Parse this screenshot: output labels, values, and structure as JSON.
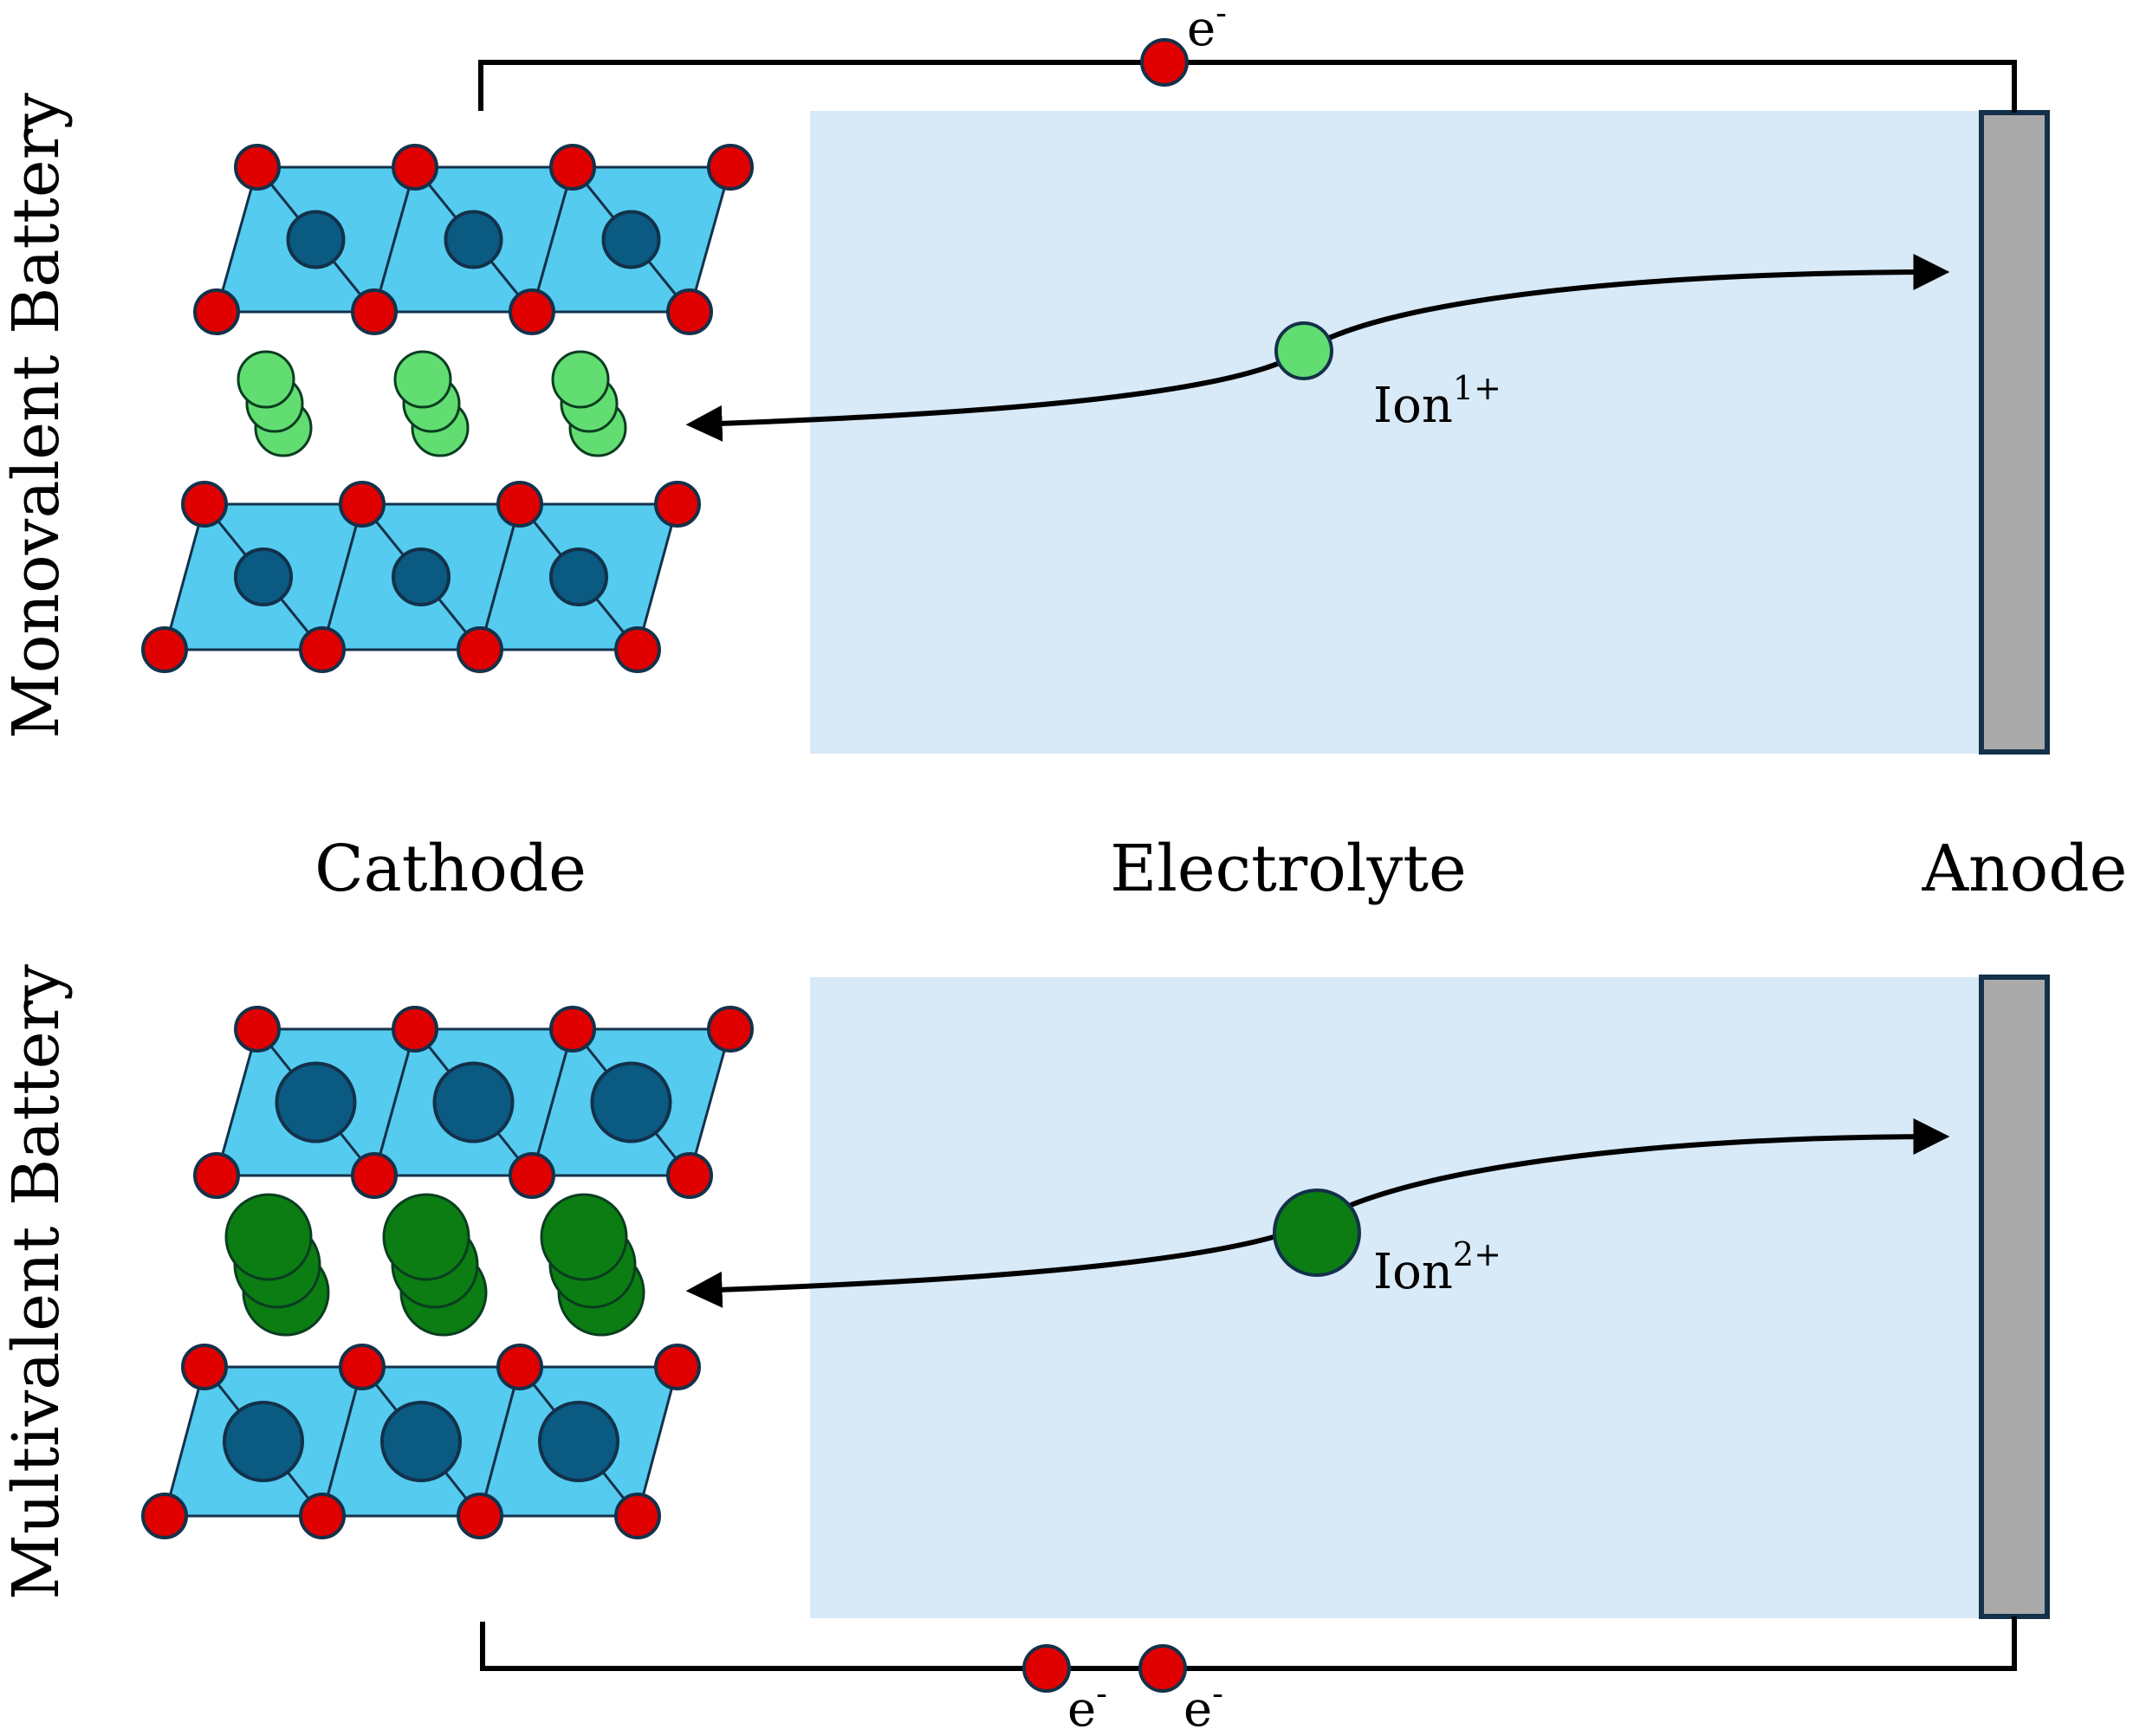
{
  "labels": {
    "monovalent": "Monovalent Battery",
    "multivalent": "Multivalent Battery",
    "cathode": "Cathode",
    "electrolyte": "Electrolyte",
    "anode": "Anode",
    "ion1_base": "Ion",
    "ion1_sup": "1+",
    "ion2_base": "Ion",
    "ion2_sup": "2+",
    "electron_base": "e",
    "electron_sup": "-"
  },
  "colors": {
    "electrolyte": "#d8e9f7",
    "anode_fill": "#aaaaaa",
    "anode_stroke": "#13314a",
    "cathode_layer": "#55cbef",
    "metal_atom": "#0a5a82",
    "oxygen_atom": "#e00000",
    "ion_monovalent": "#62dd72",
    "ion_multivalent": "#0b7d12",
    "wire": "#000000"
  }
}
